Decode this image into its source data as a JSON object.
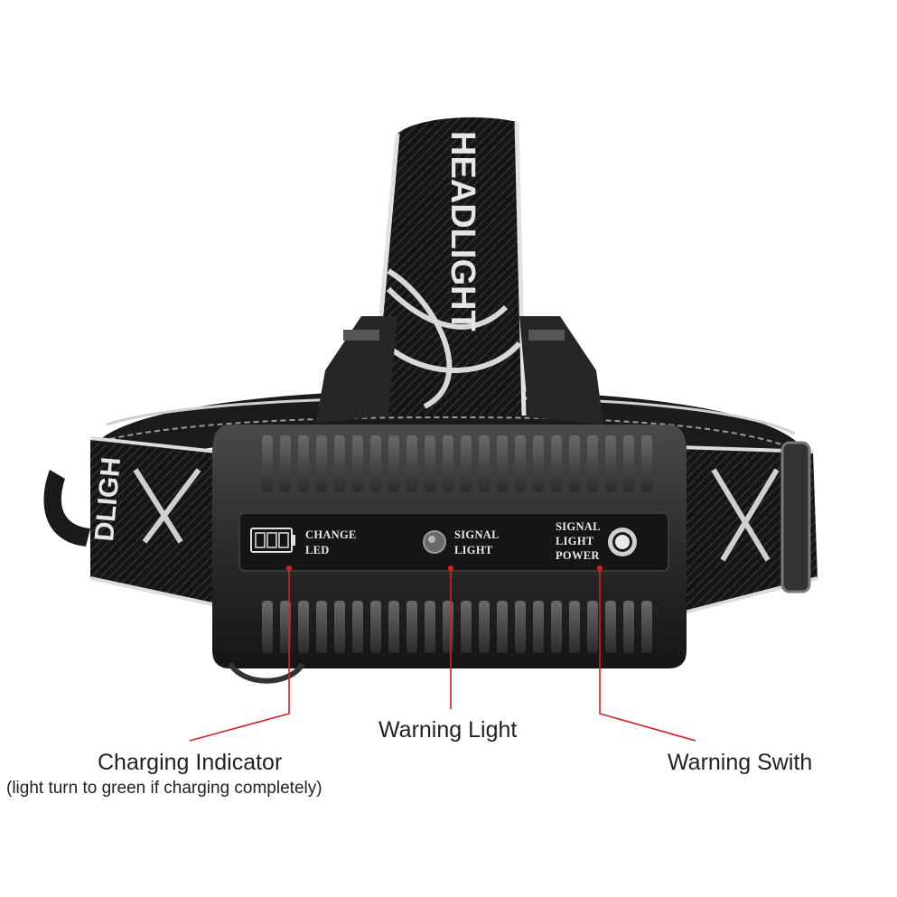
{
  "strap_text": {
    "top": "HEADLIGHT",
    "left": "DLIGH"
  },
  "panel": {
    "charge_line1": "CHANGE",
    "charge_line2": "LED",
    "signal_line1": "SIGNAL",
    "signal_line2": "LIGHT",
    "power_line1": "SIGNAL",
    "power_line2": "LIGHT",
    "power_line3": "POWER"
  },
  "callouts": {
    "warning_light": "Warning Light",
    "charging_indicator": "Charging Indicator",
    "charging_note": "(light turn to green if charging completely)",
    "warning_switch": "Warning Swith"
  },
  "colors": {
    "callout_line": "#d42020",
    "body": "#2a2a2a",
    "strap": "#1a1a1a"
  }
}
